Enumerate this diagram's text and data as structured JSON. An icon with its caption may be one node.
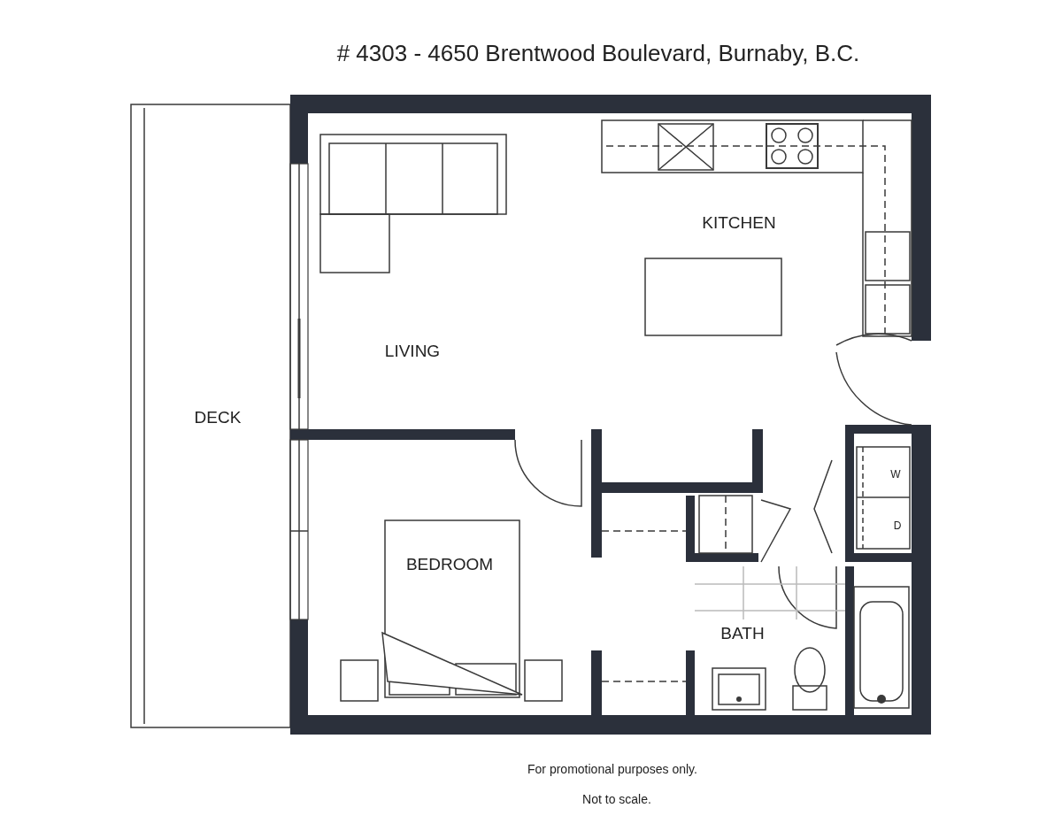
{
  "diagram": {
    "title": "# 4303 - 4650 Brentwood Boulevard, Burnaby, B.C.",
    "labels": [
      "KITCHEN",
      "LIVING",
      "DECK",
      "W",
      "D",
      "BEDROOM",
      "BATH",
      "For promotional purposes only.",
      "Not to scale."
    ]
  }
}
